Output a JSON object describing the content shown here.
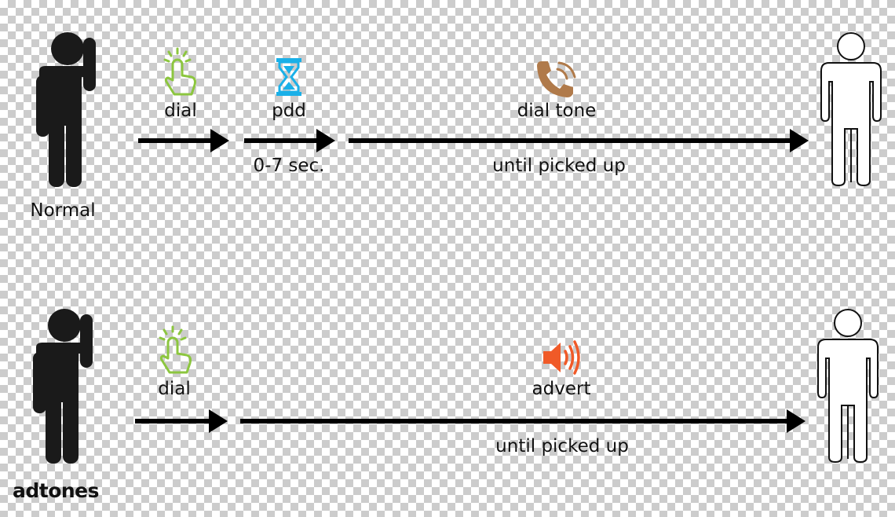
{
  "rows": [
    {
      "caller_label": "Normal",
      "steps": [
        {
          "label": "dial",
          "icon": "tap-hand-icon"
        },
        {
          "label": "pdd",
          "icon": "hourglass-icon",
          "duration": "0-7 sec."
        },
        {
          "label": "dial tone",
          "icon": "phone-icon",
          "duration": "until picked up"
        }
      ]
    },
    {
      "caller_label": "adtones",
      "steps": [
        {
          "label": "dial",
          "icon": "tap-hand-icon"
        },
        {
          "label": "advert",
          "icon": "speaker-icon",
          "duration": "until picked up"
        }
      ]
    }
  ],
  "colors": {
    "hand": "#8cc63f",
    "hourglass": "#1ab0e8",
    "phone": "#b07a4a",
    "speaker": "#f05a28",
    "arrow": "#000000"
  }
}
